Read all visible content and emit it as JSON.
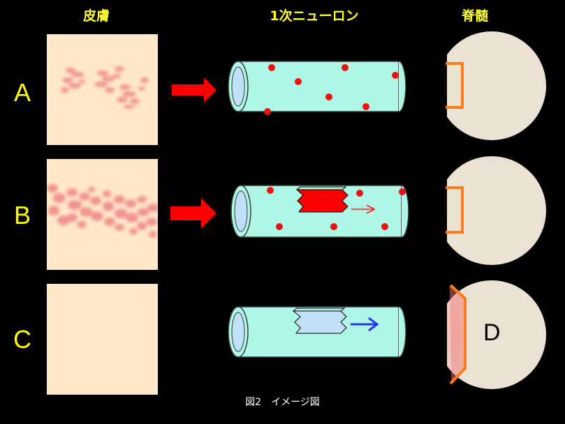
{
  "headers": {
    "skin": "皮膚",
    "neuron": "1次ニューロン",
    "spinal_cord": "脊髄"
  },
  "rows": [
    {
      "label": "A"
    },
    {
      "label": "B"
    },
    {
      "label": "C"
    }
  ],
  "region_label": "D",
  "caption": "図2　イメージ図",
  "colors": {
    "background": "#000000",
    "header_text": "#ffff33",
    "row_label": "#ffff00",
    "skin": "#ffe8c8",
    "rash": "#f08a8a",
    "neuron_body": "#aef7e6",
    "neuron_end": "#bfe0f7",
    "virus_dot": "#ee1111",
    "arrow_red": "#ff0000",
    "arrow_blue": "#2b35e8",
    "spinal_cord": "#ebe2d4",
    "dorsal_horn": "#ff7a1a"
  }
}
